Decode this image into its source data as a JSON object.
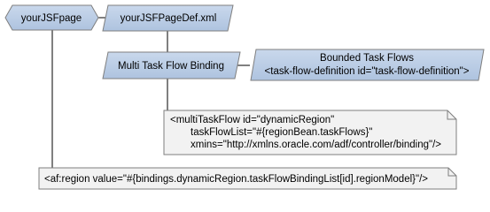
{
  "page_node": {
    "label": "yourJSFpage"
  },
  "pagedef_node": {
    "label": "yourJSFPageDef.xml"
  },
  "binding_node": {
    "label": "Multi Task Flow Binding"
  },
  "bounded_flows_node": {
    "title": "Bounded Task Flows",
    "definition": "<task-flow-definition id=\"task-flow-definition\">"
  },
  "multi_task_flow_note": {
    "lines": [
      "<multiTaskFlow id=\"dynamicRegion\"",
      "taskFlowList=\"#{regionBean.taskFlows}\"",
      "xmins=\"http://xmlns.oracle.com/adf/controller/binding\"/>"
    ]
  },
  "region_note": {
    "text": "<af:region value=\"#{bindings.dynamicRegion.taskFlowBindingList[id].regionModel}\"/>"
  },
  "colors": {
    "node_fill": "#b8cbe4",
    "node_stroke": "#7f7f7f",
    "note_fill": "#f2f2f2",
    "connector": "#000000"
  }
}
